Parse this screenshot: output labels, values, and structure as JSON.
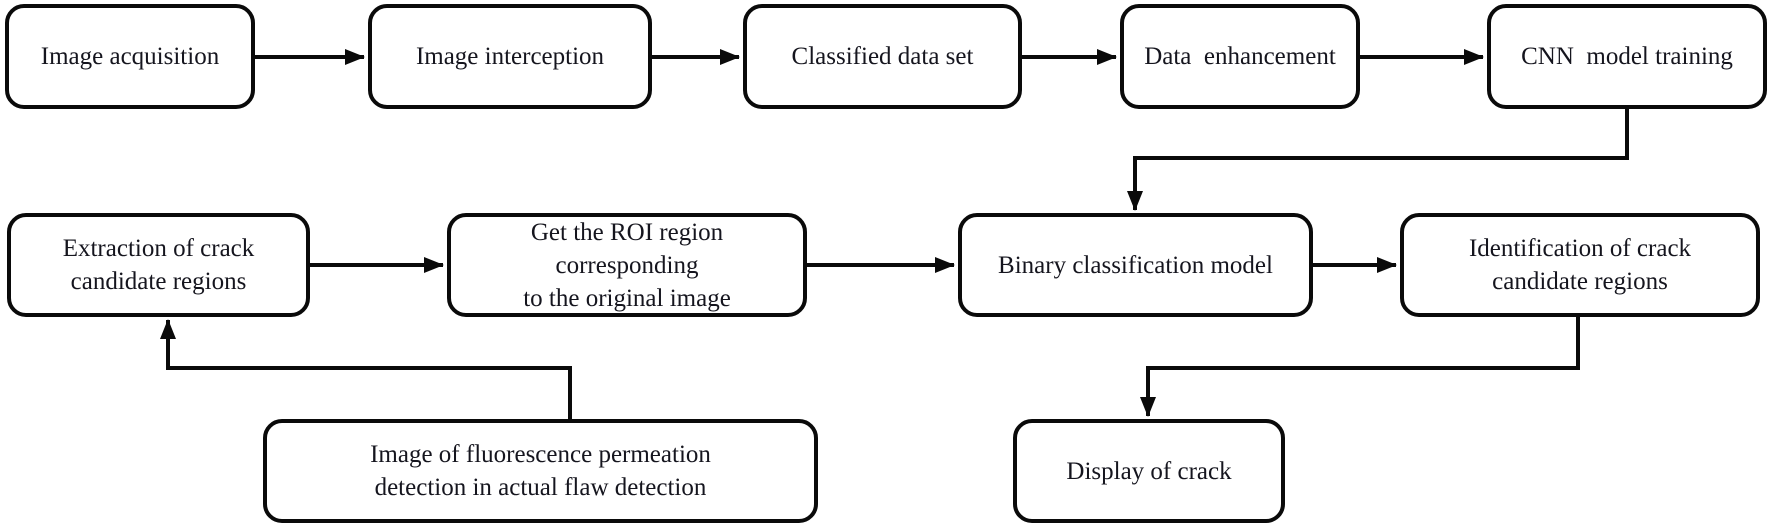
{
  "canvas": {
    "background": "#ffffff",
    "line_color": "#0a0a0a",
    "text_color": "#15151e"
  },
  "nodes": {
    "image_acquisition": {
      "label": "Image acquisition"
    },
    "image_interception": {
      "label": "Image interception"
    },
    "classified_data_set": {
      "label": "Classified data set"
    },
    "data_enhancement": {
      "label": "Data  enhancement"
    },
    "cnn_model_training": {
      "label": "CNN  model training"
    },
    "extraction_of_crack_candidate_regions": {
      "label": "Extraction of crack\ncandidate regions"
    },
    "get_roi_region": {
      "label": "Get the ROI region corresponding\nto the original image"
    },
    "binary_classification_model": {
      "label": "Binary classification model"
    },
    "identification_of_crack_candidate_regions": {
      "label": "Identification of crack\ncandidate regions"
    },
    "display_of_crack": {
      "label": "Display of crack"
    },
    "fluorescence_image": {
      "label": "Image of fluorescence permeation\ndetection in actual flaw detection"
    }
  },
  "edges": [
    {
      "from": "image_acquisition",
      "to": "image_interception"
    },
    {
      "from": "image_interception",
      "to": "classified_data_set"
    },
    {
      "from": "classified_data_set",
      "to": "data_enhancement"
    },
    {
      "from": "data_enhancement",
      "to": "cnn_model_training"
    },
    {
      "from": "cnn_model_training",
      "to": "binary_classification_model"
    },
    {
      "from": "extraction_of_crack_candidate_regions",
      "to": "get_roi_region"
    },
    {
      "from": "get_roi_region",
      "to": "binary_classification_model"
    },
    {
      "from": "binary_classification_model",
      "to": "identification_of_crack_candidate_regions"
    },
    {
      "from": "identification_of_crack_candidate_regions",
      "to": "display_of_crack"
    },
    {
      "from": "fluorescence_image",
      "to": "extraction_of_crack_candidate_regions"
    }
  ]
}
